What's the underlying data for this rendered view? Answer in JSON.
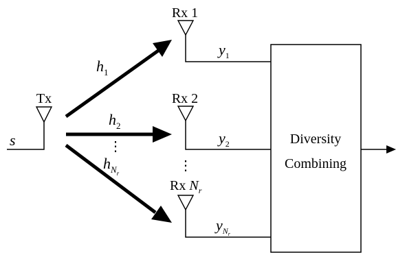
{
  "diagram": {
    "transmitter": {
      "input_label": "s",
      "antenna_label": "Tx"
    },
    "channels": [
      {
        "symbol": "h",
        "subscript": "1"
      },
      {
        "symbol": "h",
        "subscript": "2"
      },
      {
        "symbol": "h",
        "subscript": "N",
        "sub_subscript": "r"
      }
    ],
    "receivers": [
      {
        "label": "Rx 1",
        "signal_symbol": "y",
        "signal_subscript": "1"
      },
      {
        "label": "Rx 2",
        "signal_symbol": "y",
        "signal_subscript": "2"
      },
      {
        "label": "Rx",
        "label_italic": "N",
        "label_sub": "r",
        "signal_symbol": "y",
        "signal_subscript": "N",
        "signal_sub_subscript": "r"
      }
    ],
    "vertical_ellipsis": "⋮",
    "combiner": {
      "line1": "Diversity",
      "line2": "Combining"
    }
  }
}
